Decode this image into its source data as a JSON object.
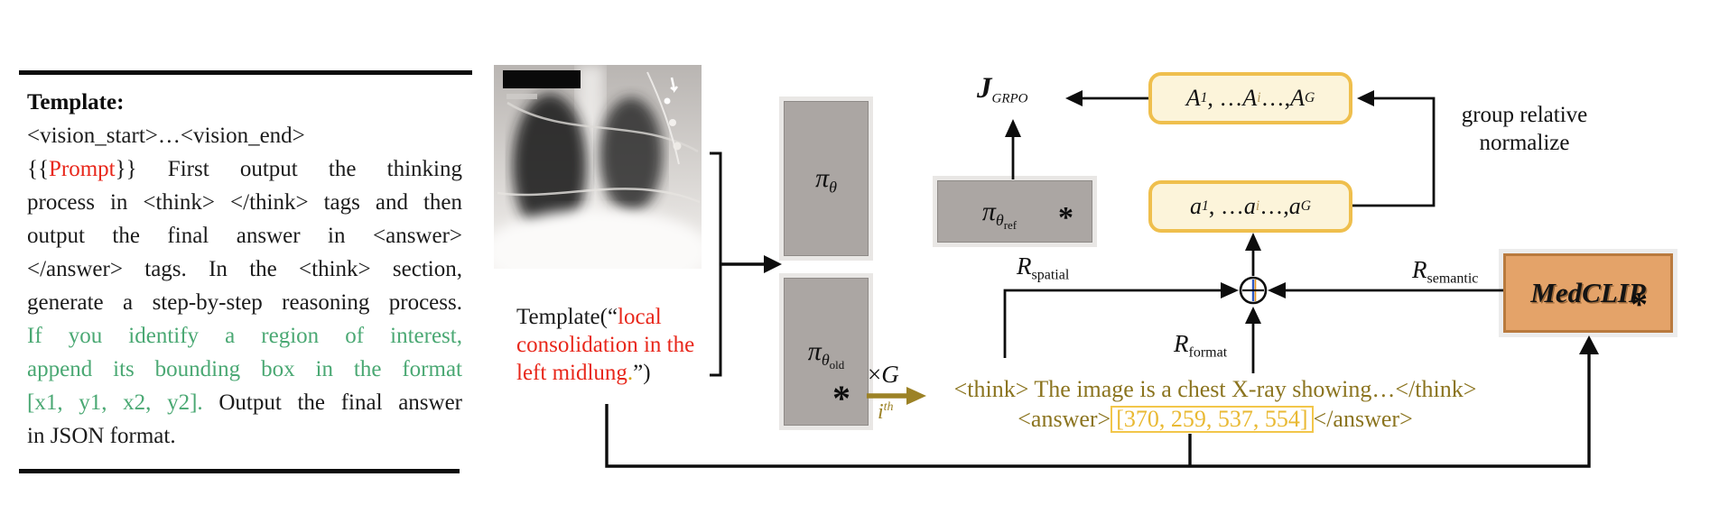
{
  "template_panel": {
    "lines": [
      {
        "j": false,
        "segs": [
          {
            "t": "Template:",
            "c": "b"
          }
        ]
      },
      {
        "j": false,
        "segs": [
          {
            "t": "<vision_start>…<vision_end>",
            "c": "k"
          }
        ]
      },
      {
        "j": true,
        "segs": [
          {
            "t": "{{",
            "c": "k"
          },
          {
            "t": "Prompt",
            "c": "r"
          },
          {
            "t": "}} First output the thinking",
            "c": "k"
          }
        ]
      },
      {
        "j": true,
        "segs": [
          {
            "t": "process in <think> </think> tags and then",
            "c": "k"
          }
        ]
      },
      {
        "j": true,
        "segs": [
          {
            "t": "output the final answer in <answer>",
            "c": "k"
          }
        ]
      },
      {
        "j": true,
        "segs": [
          {
            "t": "</answer> tags. In the <think> section,",
            "c": "k"
          }
        ]
      },
      {
        "j": true,
        "segs": [
          {
            "t": "generate a step-by-step reasoning process.",
            "c": "k"
          }
        ]
      },
      {
        "j": true,
        "segs": [
          {
            "t": "If you identify a region of interest,",
            "c": "g"
          }
        ]
      },
      {
        "j": true,
        "segs": [
          {
            "t": "append its bounding box in the format",
            "c": "g"
          }
        ]
      },
      {
        "j": true,
        "segs": [
          {
            "t": "[x1, y1, x2, y2].",
            "c": "g"
          },
          {
            "t": " Output the final answer",
            "c": "k"
          }
        ]
      },
      {
        "j": false,
        "segs": [
          {
            "t": "in JSON format.",
            "c": "k"
          }
        ]
      }
    ]
  },
  "input": {
    "caption_segs": [
      {
        "t": "Template(“",
        "c": "k2"
      },
      {
        "t": "local consolidation in the left midlung",
        "c": "r"
      },
      {
        "t": ".",
        "c": "gold"
      },
      {
        "t": "”)",
        "c": "k2"
      }
    ]
  },
  "policy": {
    "pi": "π",
    "theta": "θ",
    "old_sub": "old",
    "ref_sub": "ref",
    "asterisk": "*",
    "times": "×",
    "g": "G",
    "i_base": "i",
    "i_sup": "th"
  },
  "objective": {
    "j": "J",
    "grpo_sub": "GRPO"
  },
  "advantages_box": {
    "seq": [
      {
        "b": "A",
        "s": "1",
        "after": ", … "
      },
      {
        "b": "A",
        "s": "i",
        "tan": true,
        "after": " …, "
      },
      {
        "b": "A",
        "s": "G"
      }
    ]
  },
  "rewards_box": {
    "seq": [
      {
        "b": "a",
        "s": "1",
        "after": ", … "
      },
      {
        "b": "a",
        "s": "i",
        "tan": true,
        "after": " …, "
      },
      {
        "b": "a",
        "s": "G"
      }
    ]
  },
  "normalize": {
    "line1": "group relative",
    "line2": "normalize"
  },
  "rewards": {
    "r": "R",
    "spatial_sub": "spatial",
    "format_sub": "format",
    "semantic_sub": "semantic"
  },
  "medclip": {
    "name": "MedCLIP",
    "asterisk": "*"
  },
  "output": {
    "think_line": "<think> The image is a chest X-ray showing…</think>",
    "answer_segs": [
      {
        "t": "<answer>",
        "c": "olive"
      },
      {
        "t": "[370, 259, 537, 554]",
        "c": "bbox"
      },
      {
        "t": "</answer>",
        "c": "olive"
      }
    ]
  },
  "colors": {
    "prompt_red": "#e8271b",
    "instruction_green": "#4aa873",
    "tag_olive": "#8b741f",
    "bbox_gold": "#e9b933",
    "yellow_box_border": "#efbf4d",
    "yellow_box_fill": "#fcf4da",
    "gray_box_fill": "#aba6a3",
    "medclip_fill": "#e4a369",
    "medclip_border": "#b97a3e",
    "plus_blue": "#2f5bc4",
    "sample_arrow_olive": "#9c8226"
  }
}
